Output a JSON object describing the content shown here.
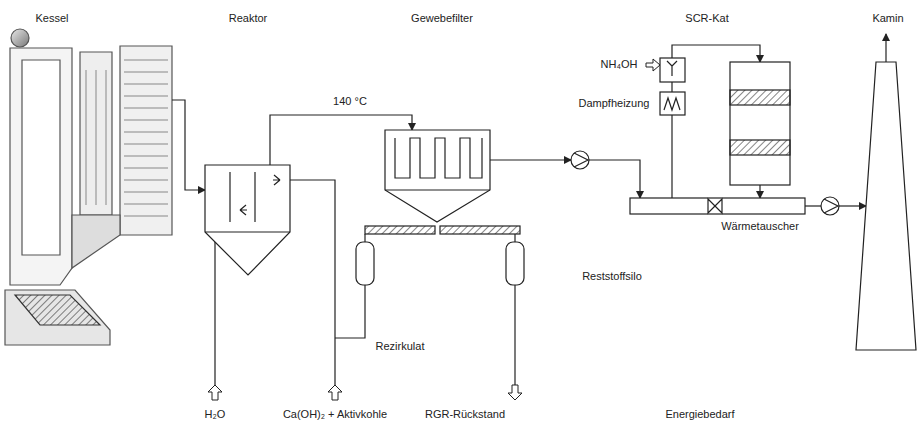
{
  "diagram": {
    "labels": [
      "Kessel",
      "Reaktor",
      "Gewebefilter",
      "SCR-Kat",
      "Kamin",
      "140 °C",
      "NH₄OH",
      "Dampfheizung",
      "Reststoffsilo",
      "Rezirkulat",
      "Wärmetauscher",
      "H₂O",
      "Ca(OH)₂ + Aktivkohle",
      "RGR-Rückstand",
      "Energiebedarf"
    ]
  }
}
